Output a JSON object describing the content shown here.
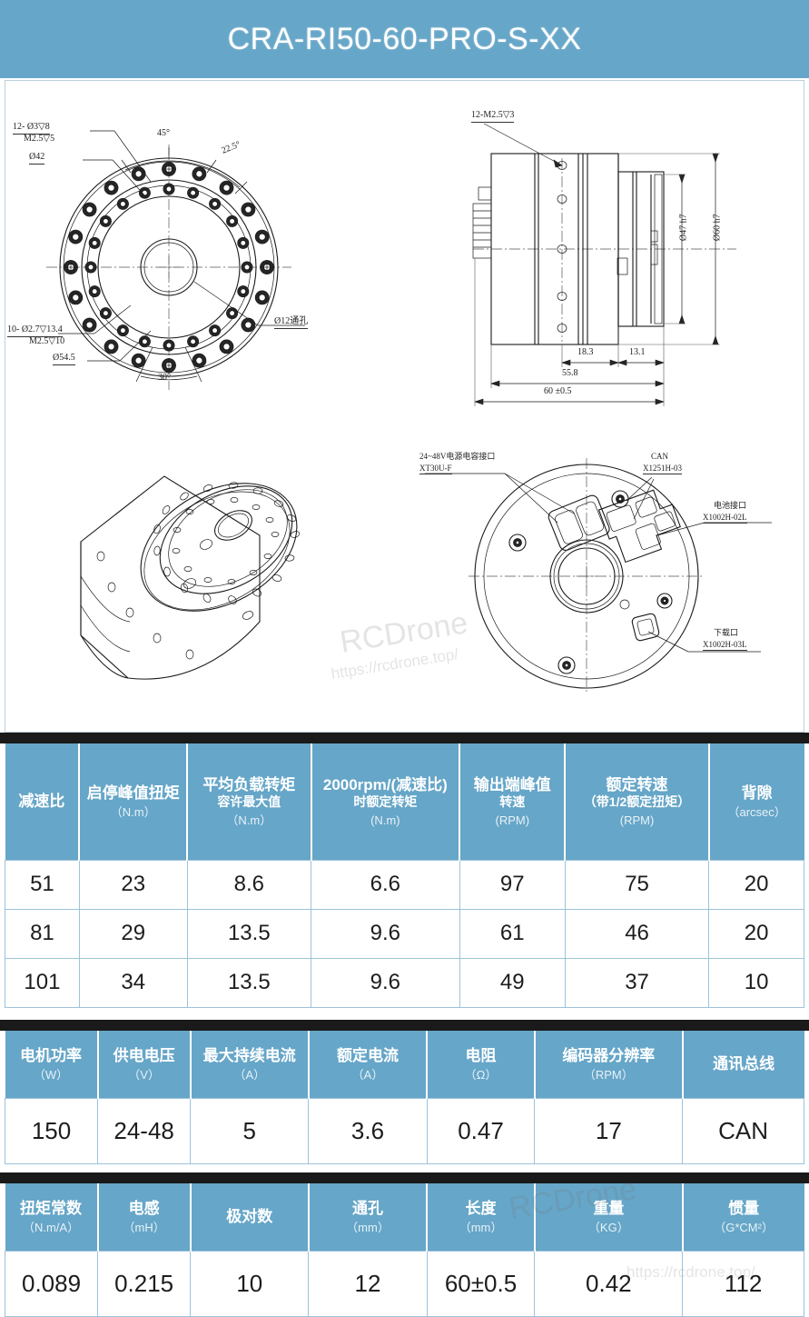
{
  "header": {
    "title": "CRA-RI50-60-PRO-S-XX"
  },
  "watermarks": {
    "brand": "RCDrone",
    "url": "https://rcdrone.top/"
  },
  "drawings": {
    "front_view": {
      "name": "front-face-view",
      "annotations": {
        "bolt_holes_12": "12- Ø3▽8",
        "bolt_holes_12_thread": "M2.5▽5",
        "dia_42": "Ø42",
        "angle_45": "45°",
        "angle_22_5": "22.5°",
        "angle_30": "30°",
        "bolt_holes_10": "10- Ø2.7▽13.4",
        "bolt_holes_10_thread": "M2.5▽10",
        "dia_54_5": "Ø54.5",
        "through_hole": "Ø12通孔"
      }
    },
    "side_view": {
      "name": "side-section-view",
      "annotations": {
        "thread_12": "12-M2.5▽3",
        "dia_47_h7": "Ø47 h7",
        "dia_60_h7": "Ø60 h7",
        "dim_18_3": "18.3",
        "dim_13_1": "13.1",
        "dim_55_8": "55.8",
        "dim_60": "60 ±0.5"
      }
    },
    "iso_view": {
      "name": "isometric-3d-view"
    },
    "rear_view": {
      "name": "rear-connector-view",
      "annotations": {
        "power_label": "24~48V电源电容接口",
        "power_part": "XT30U-F",
        "can_label": "CAN",
        "can_part": "X1251H-03",
        "battery_label": "电池接口",
        "battery_part": "X1002H-02L",
        "download_label": "下载口",
        "download_part": "X1002H-03L"
      }
    }
  },
  "table1": {
    "name": "reduction-performance-table",
    "columns": [
      {
        "main": "减速比",
        "sub": "",
        "unit": ""
      },
      {
        "main": "启停峰值扭矩",
        "sub": "",
        "unit": "（N.m）"
      },
      {
        "main": "平均负载转矩",
        "sub": "容许最大值",
        "unit": "（N.m）"
      },
      {
        "main": "2000rpm/(减速比)",
        "sub": "时额定转矩",
        "unit": "(N.m)"
      },
      {
        "main": "输出端峰值",
        "sub": "转速",
        "unit": "(RPM)"
      },
      {
        "main": "额定转速",
        "sub": "（带1/2额定扭矩）",
        "unit": "(RPM)"
      },
      {
        "main": "背隙",
        "sub": "",
        "unit": "（arcsec）"
      }
    ],
    "rows": [
      [
        "51",
        "23",
        "8.6",
        "6.6",
        "97",
        "75",
        "20"
      ],
      [
        "81",
        "29",
        "13.5",
        "9.6",
        "61",
        "46",
        "20"
      ],
      [
        "101",
        "34",
        "13.5",
        "9.6",
        "49",
        "37",
        "10"
      ]
    ]
  },
  "table2": {
    "name": "motor-electrical-table",
    "columns": [
      {
        "main": "电机功率",
        "unit": "（W）"
      },
      {
        "main": "供电电压",
        "unit": "（V）"
      },
      {
        "main": "最大持续电流",
        "unit": "（A）"
      },
      {
        "main": "额定电流",
        "unit": "（A）"
      },
      {
        "main": "电阻",
        "unit": "（Ω）"
      },
      {
        "main": "编码器分辨率",
        "unit": "（RPM）"
      },
      {
        "main": "通讯总线",
        "unit": ""
      }
    ],
    "rows": [
      [
        "150",
        "24-48",
        "5",
        "3.6",
        "0.47",
        "17",
        "CAN"
      ]
    ]
  },
  "table3": {
    "name": "mechanical-constants-table",
    "columns": [
      {
        "main": "扭矩常数",
        "unit": "（N.m/A）"
      },
      {
        "main": "电感",
        "unit": "（mH）"
      },
      {
        "main": "极对数",
        "unit": ""
      },
      {
        "main": "通孔",
        "unit": "（mm）"
      },
      {
        "main": "长度",
        "unit": "（mm）"
      },
      {
        "main": "重量",
        "unit": "（KG）"
      },
      {
        "main": "惯量",
        "unit": "（G*CM²）"
      }
    ],
    "rows": [
      [
        "0.089",
        "0.215",
        "10",
        "12",
        "60±0.5",
        "0.42",
        "112"
      ]
    ]
  },
  "colors": {
    "header_blue": "#66a6c8",
    "grid_blue": "#9cc3da",
    "text_dark": "#1d1d1d"
  }
}
